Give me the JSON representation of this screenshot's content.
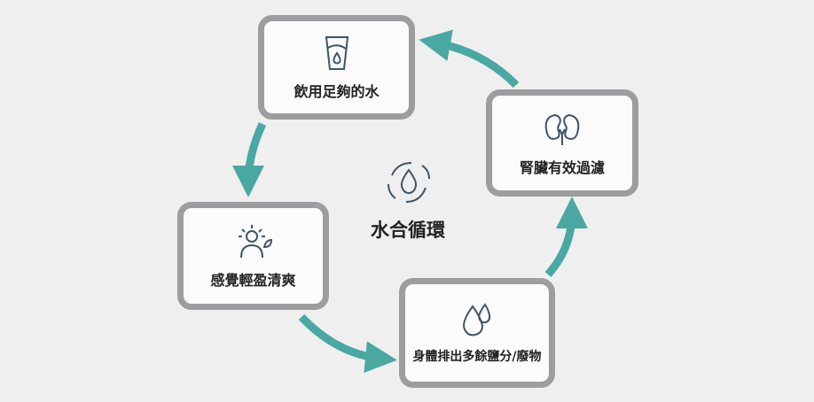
{
  "title": "水合循環",
  "steps": [
    {
      "label": "飲用足夠的水",
      "icon": "water-glass-icon"
    },
    {
      "label": "腎臟有效過濾",
      "icon": "kidneys-icon"
    },
    {
      "label": "身體排出多餘鹽分/廢物",
      "icon": "water-drops-icon"
    },
    {
      "label": "感覺輕盈清爽",
      "icon": "person-sun-leaf-icon"
    }
  ],
  "colors": {
    "arrow": "#4aa8a3",
    "border": "#9d9d9f",
    "icon": "#3f5566"
  }
}
